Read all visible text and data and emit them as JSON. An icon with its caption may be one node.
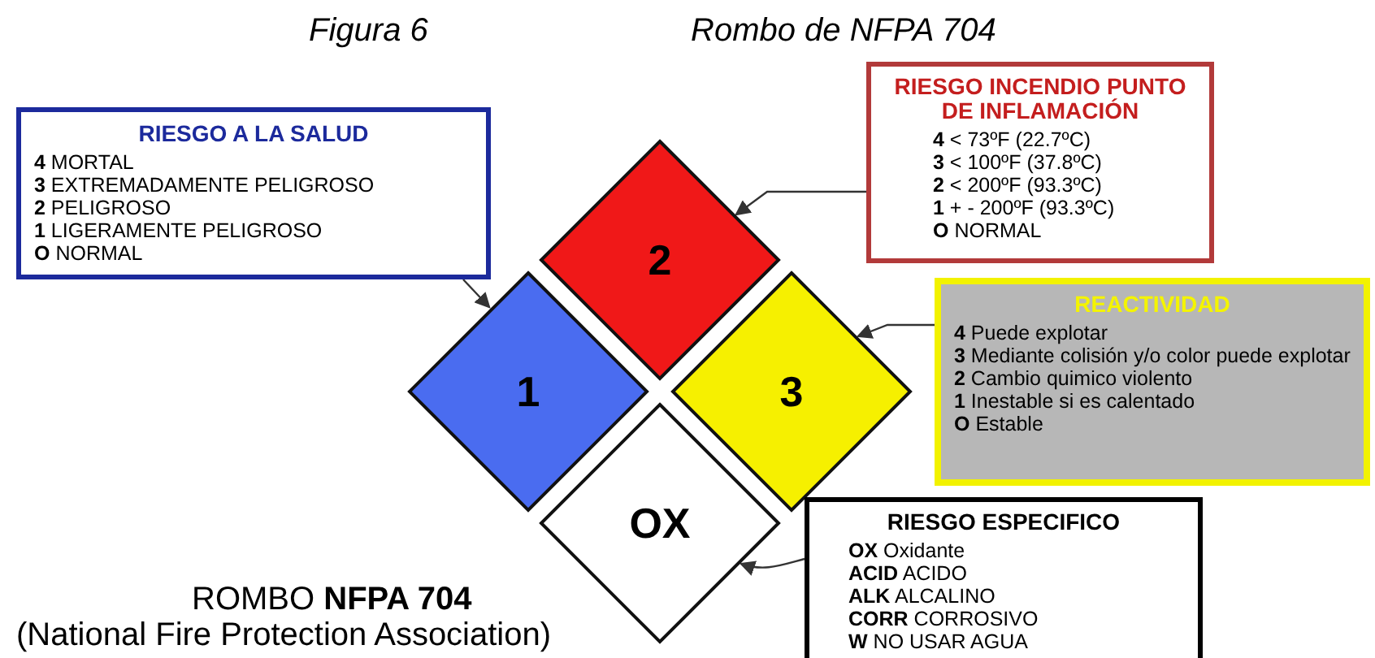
{
  "diagram": {
    "nodes": [
      {
        "text": [
          "RIESGO A LA SALUD",
          "**4** MORTAL",
          "**3** EXTREMADAMENTE PELIGROSO",
          "**2** PELIGROSO",
          "**1** LIGERAMENTE PELIGROSO",
          "**O** NORMAL"
        ]
      },
      {
        "text": [
          "2"
        ]
      },
      {
        "text": [
          "1"
        ]
      },
      {
        "text": [
          "3"
        ]
      },
      {
        "text": [
          "OX"
        ]
      },
      {
        "text": [
          "RIESGO INCENDIO PUNTO DE INFLAMACIÓN",
          "**4** < 73ºF (22.7ºC)",
          "**3** < 100ºF (37.8ºC)",
          "**2** < 200ºF (93.3ºC)",
          "**1** + - 200ºF (93.3ºC)",
          "**O** NORMAL"
        ]
      },
      {
        "text": [
          "REACTIVIDAD",
          "**4** Puede explotar",
          "**3** Mediante colisión y/o color puede explotar",
          "**2** Cambio quimico violento",
          "**1** Inestable si es calentado",
          "**O** Estable"
        ]
      },
      {
        "text": [
          "RIESGO ESPECIFICO",
          "**OX** Oxidante",
          "**ACID** ACIDO",
          "**ALK** ALCALINO",
          "**CORR** CORROSIVO",
          "**W** NO USAR AGUA"
        ]
      }
    ],
    "edges": [
      {
        "from": 0,
        "to": 2,
        "arrow": "to"
      },
      {
        "from": 5,
        "to": 1,
        "arrow": "to"
      },
      {
        "from": 6,
        "to": 3,
        "arrow": "to"
      },
      {
        "from": 7,
        "to": 4,
        "arrow": "to"
      }
    ],
    "labels": [
      "Figura 6",
      "Rombo de NFPA 704",
      "ROMBO **NFPA 704**",
      "(National Fire Protection Association)"
    ]
  }
}
